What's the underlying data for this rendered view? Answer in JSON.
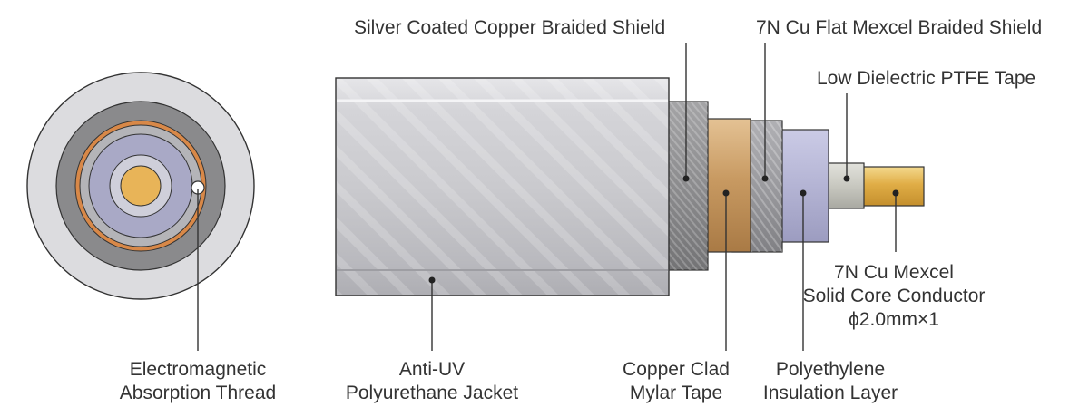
{
  "diagram": {
    "labels": {
      "silver_shield": "Silver Coated Copper Braided Shield",
      "flat_shield": "7N Cu Flat Mexcel Braided Shield",
      "ptfe_tape": "Low Dielectric PTFE Tape",
      "conductor": [
        "7N Cu Mexcel",
        "Solid Core Conductor",
        "ϕ2.0mm×1"
      ],
      "em_thread": [
        "Electromagnetic",
        "Absorption Thread"
      ],
      "jacket": [
        "Anti-UV",
        "Polyurethane Jacket"
      ],
      "mylar": [
        "Copper Clad",
        "Mylar Tape"
      ],
      "insulation": [
        "Polyethylene",
        "Insulation Layer"
      ]
    },
    "colors": {
      "jacket": "#c9c9cd",
      "silver_shield": "#8c8c8e",
      "mylar": "#c4935c",
      "flat_shield": "#9c9ca0",
      "insulation": "#b4b4d4",
      "ptfe": "#c8c8c0",
      "conductor": "#e0ad46",
      "cross_outer": "#dcdcdf",
      "cross_shield": "#8a8a8c",
      "cross_copper": "#d88848",
      "cross_insulation": "#b4b4cc",
      "line": "#333333"
    }
  }
}
